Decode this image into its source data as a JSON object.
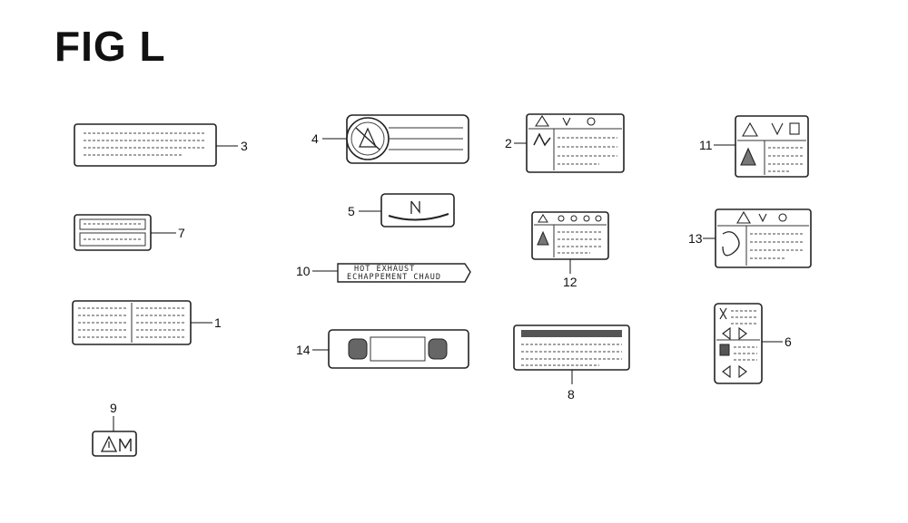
{
  "figure": {
    "title": "FIG L"
  },
  "callouts": {
    "p1": "1",
    "p2": "2",
    "p3": "3",
    "p4": "4",
    "p5": "5",
    "p6": "6",
    "p7": "7",
    "p8": "8",
    "p9": "9",
    "p10": "10",
    "p11": "11",
    "p12": "12",
    "p13": "13",
    "p14": "14"
  },
  "labels": {
    "exhaust_line1": "HOT EXHAUST",
    "exhaust_line2": "ECHAPPEMENT CHAUD"
  }
}
